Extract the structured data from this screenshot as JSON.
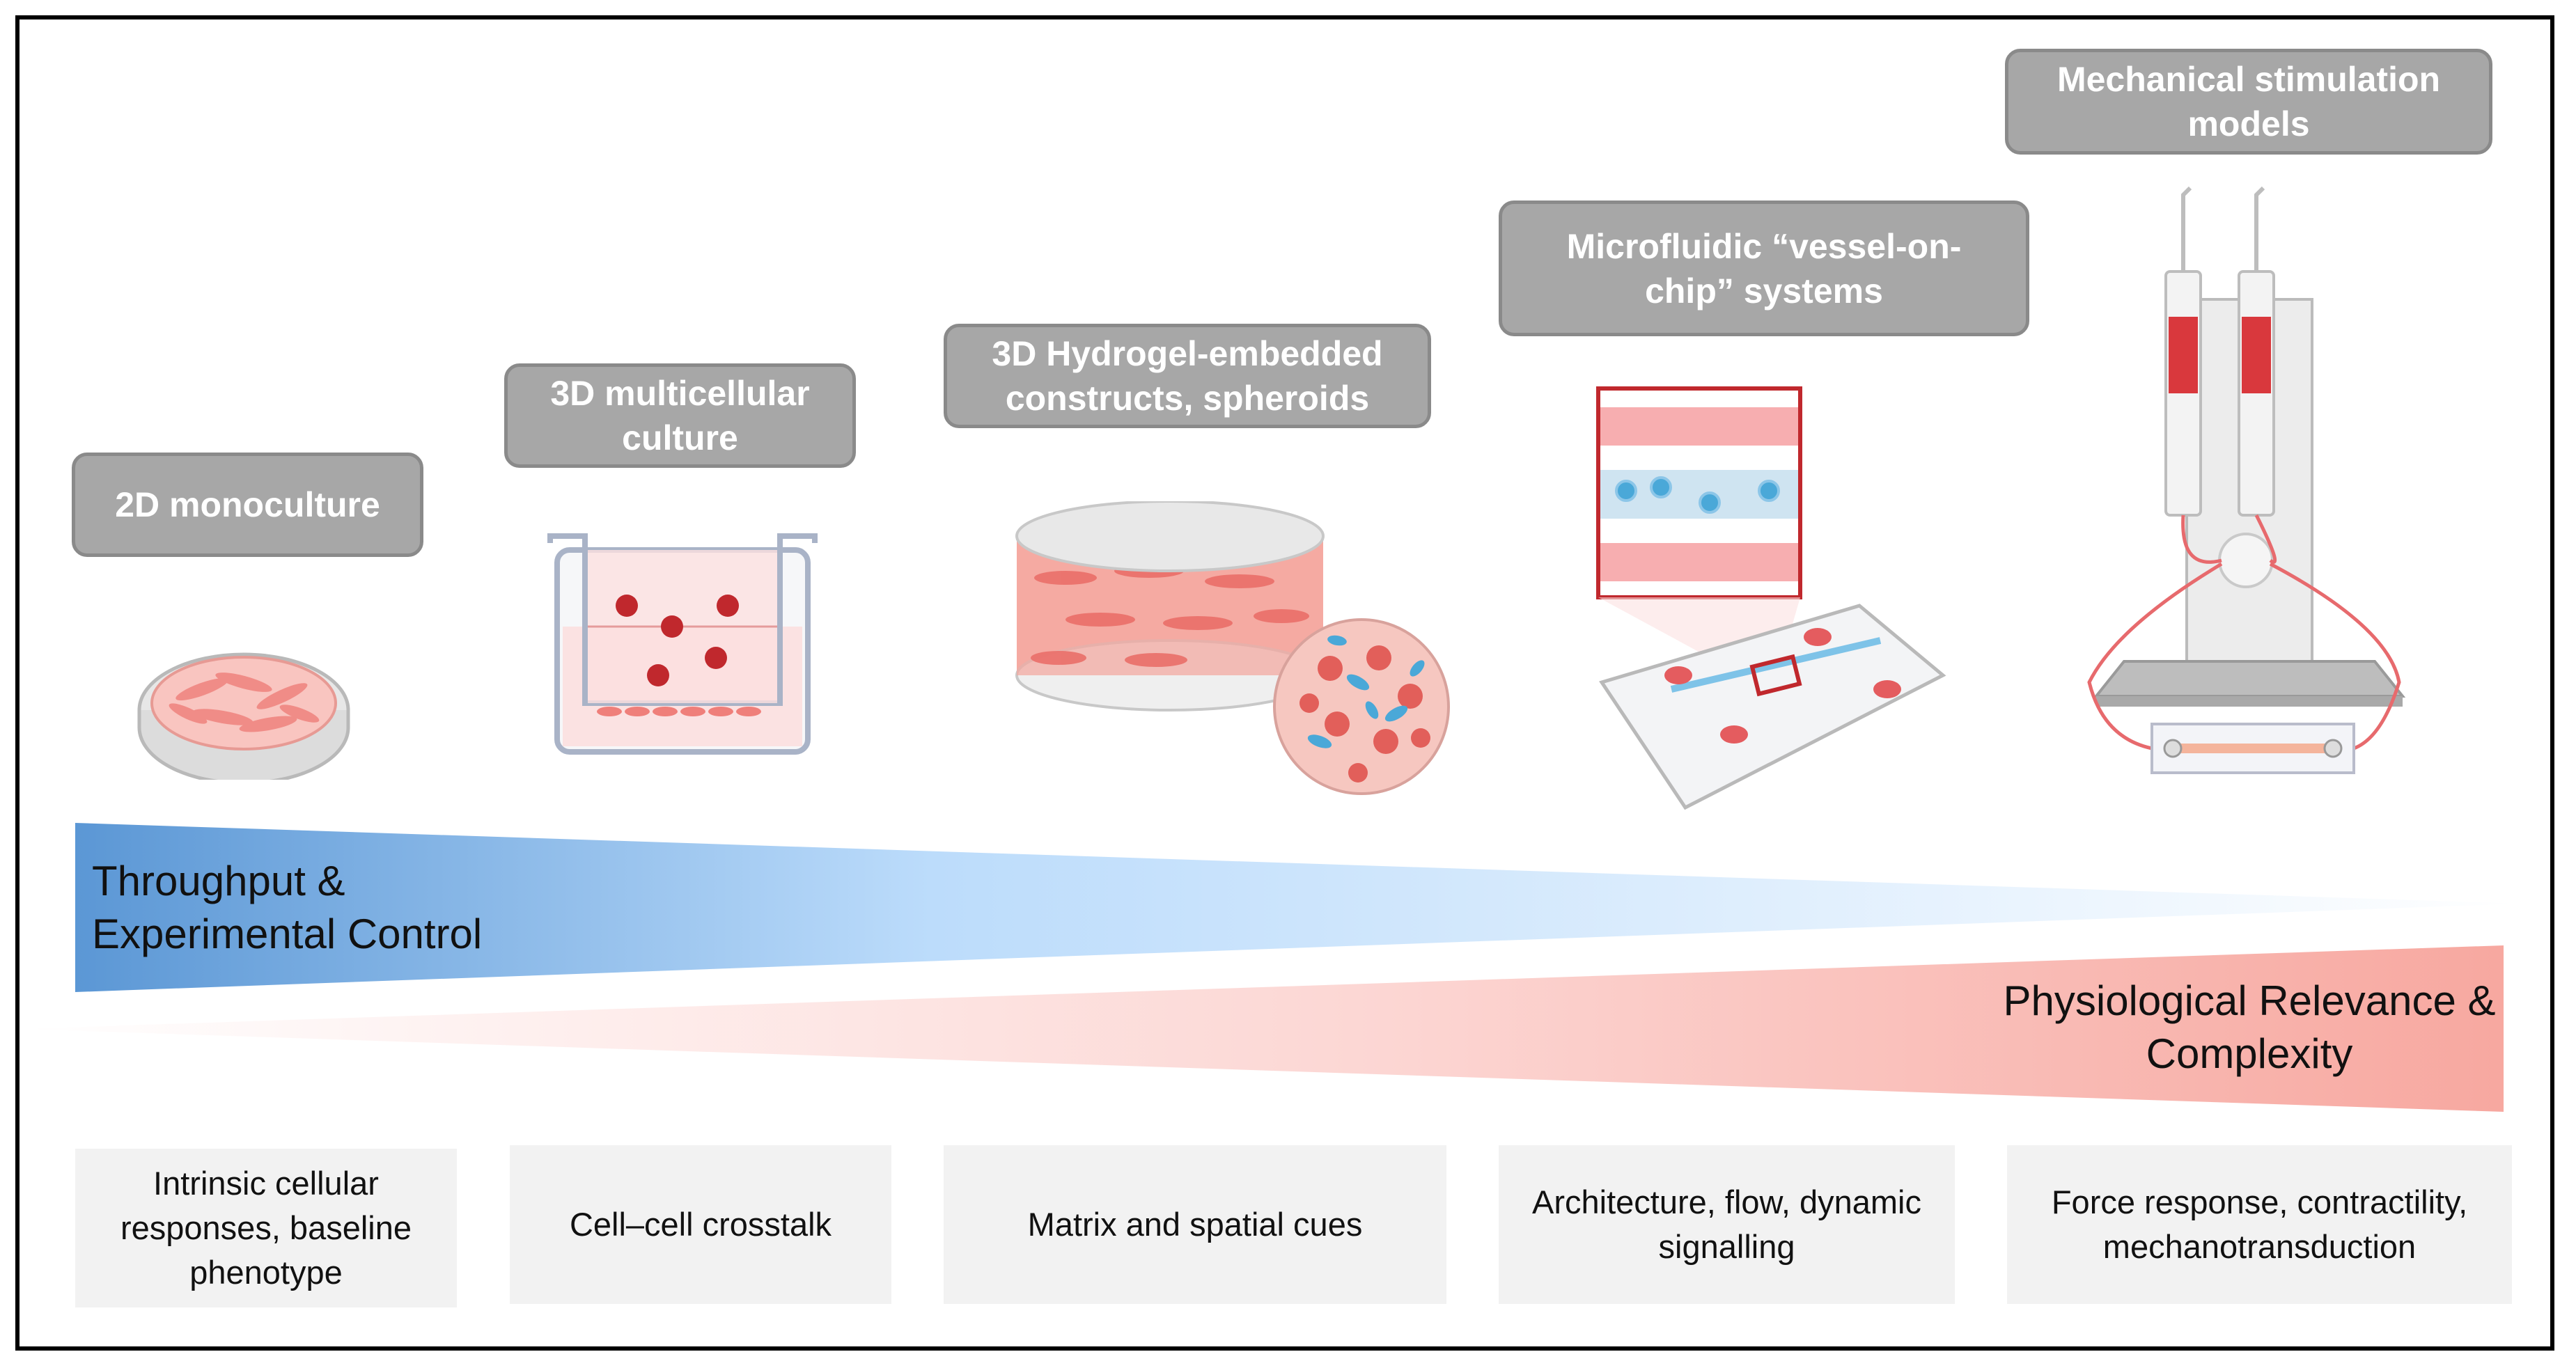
{
  "models": [
    {
      "id": "2d",
      "label": "2D monoculture"
    },
    {
      "id": "3dmc",
      "label": "3D multicellular culture"
    },
    {
      "id": "hydrogel",
      "label": "3D Hydrogel-embedded constructs, spheroids"
    },
    {
      "id": "microfluidic",
      "label": "Microfluidic “vessel-on-chip” systems"
    },
    {
      "id": "mechanical",
      "label": "Mechanical stimulation models"
    }
  ],
  "gradients": {
    "top_label": "Throughput & Experimental Control",
    "bottom_label": "Physiological Relevance & Complexity",
    "top_color": "#5b97d5",
    "bottom_color": "#f7a8a0"
  },
  "readouts": [
    "Intrinsic cellular responses, baseline phenotype",
    "Cell–cell crosstalk",
    "Matrix and spatial cues",
    "Architecture, flow, dynamic signalling",
    "Force response, contractility, mechanotransduction"
  ],
  "colors": {
    "box_fill": "#a7a7a7",
    "cell_pink": "#f08a8a",
    "cell_red": "#c0282d",
    "cell_blue": "#4aa8d8"
  }
}
